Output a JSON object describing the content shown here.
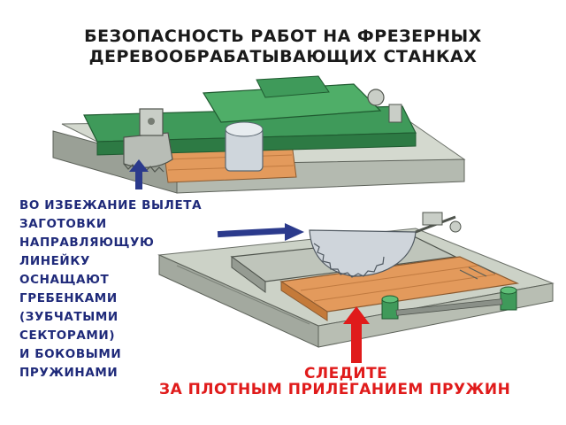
{
  "title": {
    "line1": "БЕЗОПАСНОСТЬ РАБОТ НА ФРЕЗЕРНЫХ",
    "line2": "ДЕРЕВООБРАБАТЫВАЮЩИХ СТАНКАХ"
  },
  "caption": {
    "lines": [
      "ВО ИЗБЕЖАНИЕ ВЫЛЕТА",
      "ЗАГОТОВКИ",
      "НАПРАВЛЯЮЩУЮ",
      "ЛИНЕЙКУ",
      "ОСНАЩАЮТ",
      "ГРЕБЕНКАМИ",
      "(ЗУБЧАТЫМИ",
      "СЕКТОРАМИ)",
      "И БОКОВЫМИ",
      "ПРУЖИНАМИ"
    ]
  },
  "warning": {
    "line1": "СЛЕДИТЕ",
    "line2": "ЗА ПЛОТНЫМ ПРИЛЕГАНИЕМ ПРУЖИН"
  },
  "colors": {
    "caption_text": "#1f2a7a",
    "warning_text": "#e01b1b",
    "arrow_blue": "#2b3a8c",
    "arrow_red": "#e01b1b",
    "machine_green": "#3f9a5a",
    "table_grey": "#c9cfc4",
    "wood": "#e39a5c"
  }
}
